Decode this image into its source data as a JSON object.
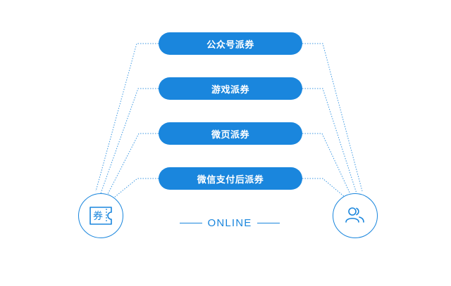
{
  "channels": [
    {
      "label": "公众号派券"
    },
    {
      "label": "游戏派券"
    },
    {
      "label": "微页派券"
    },
    {
      "label": "微信支付后派券"
    }
  ],
  "online_label": "ONLINE",
  "coupon_icon": {
    "icon": "coupon-icon",
    "glyph": "券"
  },
  "user_icon": {
    "icon": "users-icon"
  },
  "colors": {
    "accent": "#1a86dd",
    "pill_text": "#ffffff",
    "line": "#1a86dd"
  }
}
